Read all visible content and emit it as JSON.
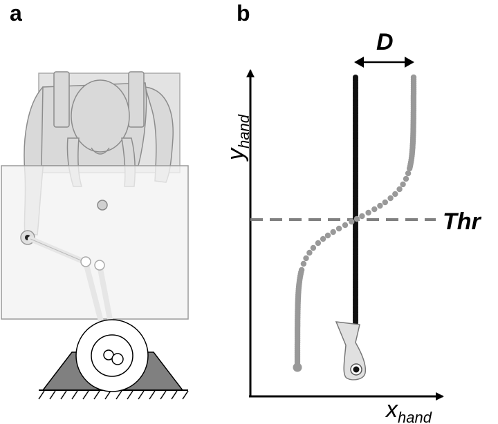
{
  "panels": {
    "a": {
      "letter": "a"
    },
    "b": {
      "letter": "b",
      "y_axis": {
        "symbol": "y",
        "subscript": "hand"
      },
      "x_axis": {
        "symbol": "x",
        "subscript": "hand"
      },
      "displacement_label": "D",
      "threshold_label": "Thr"
    }
  },
  "colors": {
    "trajectory_grey": "#999999",
    "trajectory_black": "#111111",
    "threshold_dash": "#808080",
    "figure_fill": "#d9d9d9",
    "base_fill": "#808080"
  },
  "icons": [
    "robot-arm-icon",
    "person-topview-icon",
    "hand-icon",
    "target-icon"
  ]
}
